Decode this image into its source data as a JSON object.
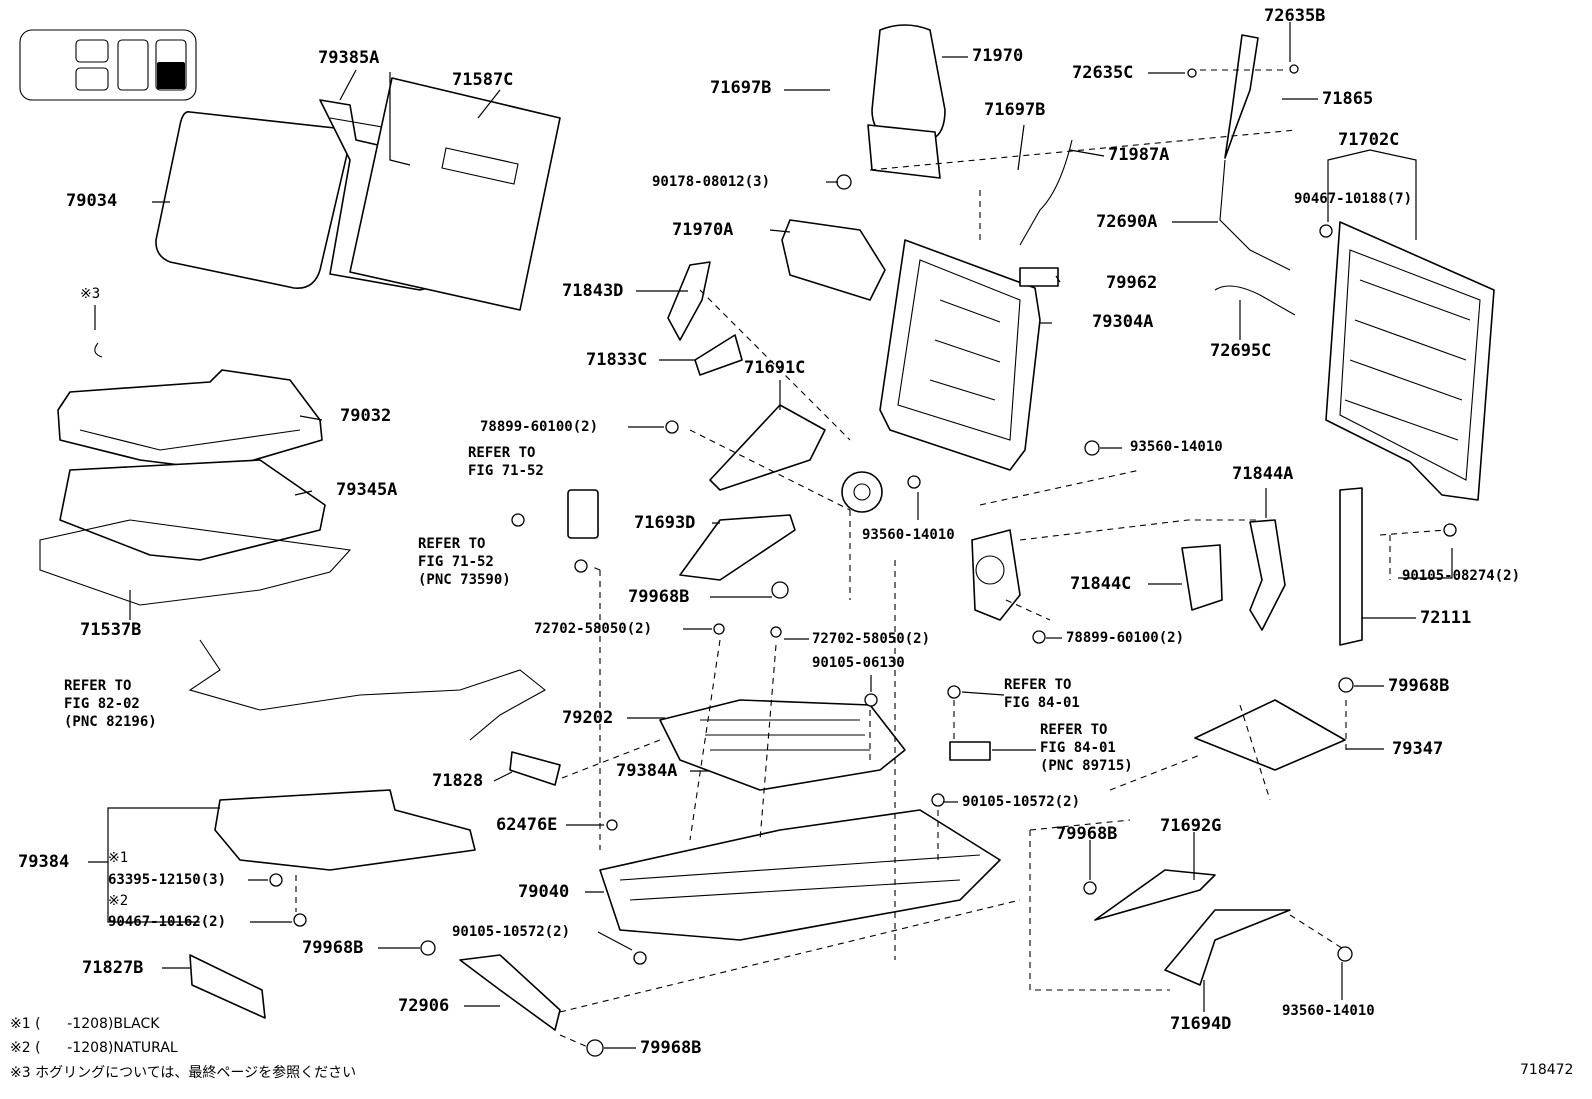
{
  "diagram_id": "718472",
  "parts": [
    {
      "key": "p79385A",
      "text": "79385A"
    },
    {
      "key": "p71587C",
      "text": "71587C"
    },
    {
      "key": "p79034",
      "text": "79034"
    },
    {
      "key": "p79032",
      "text": "79032"
    },
    {
      "key": "p79345A",
      "text": "79345A"
    },
    {
      "key": "p71537B",
      "text": "71537B"
    },
    {
      "key": "p71970",
      "text": "71970"
    },
    {
      "key": "p71697B_a",
      "text": "71697B"
    },
    {
      "key": "p71697B_b",
      "text": "71697B"
    },
    {
      "key": "p71987A",
      "text": "71987A"
    },
    {
      "key": "p90178",
      "text": "90178-08012(3)"
    },
    {
      "key": "p71970A",
      "text": "71970A"
    },
    {
      "key": "p71843D",
      "text": "71843D"
    },
    {
      "key": "p71833C",
      "text": "71833C"
    },
    {
      "key": "p71691C",
      "text": "71691C"
    },
    {
      "key": "p78899_a",
      "text": "78899-60100(2)"
    },
    {
      "key": "p79962",
      "text": "79962"
    },
    {
      "key": "p79304A",
      "text": "79304A"
    },
    {
      "key": "p72635B",
      "text": "72635B"
    },
    {
      "key": "p72635C",
      "text": "72635C"
    },
    {
      "key": "p71865",
      "text": "71865"
    },
    {
      "key": "p72690A",
      "text": "72690A"
    },
    {
      "key": "p72695C",
      "text": "72695C"
    },
    {
      "key": "p71702C",
      "text": "71702C"
    },
    {
      "key": "p90467_10188",
      "text": "90467-10188(7)"
    },
    {
      "key": "p93560_a",
      "text": "93560-14010"
    },
    {
      "key": "p93560_b",
      "text": "93560-14010"
    },
    {
      "key": "p71844A",
      "text": "71844A"
    },
    {
      "key": "p71844C",
      "text": "71844C"
    },
    {
      "key": "p71693D",
      "text": "71693D"
    },
    {
      "key": "p79968B_a",
      "text": "79968B"
    },
    {
      "key": "p78899_b",
      "text": "78899-60100(2)"
    },
    {
      "key": "p90105_08274",
      "text": "90105-08274(2)"
    },
    {
      "key": "p72111",
      "text": "72111"
    },
    {
      "key": "p72702_a",
      "text": "72702-58050(2)"
    },
    {
      "key": "p72702_b",
      "text": "72702-58050(2)"
    },
    {
      "key": "p90105_06130",
      "text": "90105-06130"
    },
    {
      "key": "p79968B_b",
      "text": "79968B"
    },
    {
      "key": "p79347",
      "text": "79347"
    },
    {
      "key": "p79202",
      "text": "79202"
    },
    {
      "key": "p71828",
      "text": "71828"
    },
    {
      "key": "p79384A",
      "text": "79384A"
    },
    {
      "key": "p90105_10572_a",
      "text": "90105-10572(2)"
    },
    {
      "key": "p62476E",
      "text": "62476E"
    },
    {
      "key": "p79968B_c",
      "text": "79968B"
    },
    {
      "key": "p71692G",
      "text": "71692G"
    },
    {
      "key": "p79384",
      "text": "79384"
    },
    {
      "key": "p63395",
      "text": "63395-12150(3)"
    },
    {
      "key": "p90467_10162",
      "text": "90467-10162(2)"
    },
    {
      "key": "p79040",
      "text": "79040"
    },
    {
      "key": "p90105_10572_b",
      "text": "90105-10572(2)"
    },
    {
      "key": "p79968B_d",
      "text": "79968B"
    },
    {
      "key": "p71827B",
      "text": "71827B"
    },
    {
      "key": "p72906",
      "text": "72906"
    },
    {
      "key": "p79968B_e",
      "text": "79968B"
    },
    {
      "key": "p71694D",
      "text": "71694D"
    },
    {
      "key": "p93560_c",
      "text": "93560-14010"
    },
    {
      "key": "m1",
      "text": "※1"
    },
    {
      "key": "m2",
      "text": "※2"
    },
    {
      "key": "m3",
      "text": "※3"
    }
  ],
  "refs": {
    "r1": "REFER TO\nFIG 71-52",
    "r2": "REFER TO\nFIG 71-52\n(PNC 73590)",
    "r3": "REFER TO\nFIG 82-02\n(PNC 82196)",
    "r4": "REFER TO\nFIG 84-01",
    "r5": "REFER TO\nFIG 84-01\n(PNC 89715)"
  },
  "notes": {
    "n1": "※1 (      -1208)BLACK",
    "n2": "※2 (      -1208)NATURAL",
    "n3": "※3 ホグリングについては、最終ページを参照ください"
  }
}
